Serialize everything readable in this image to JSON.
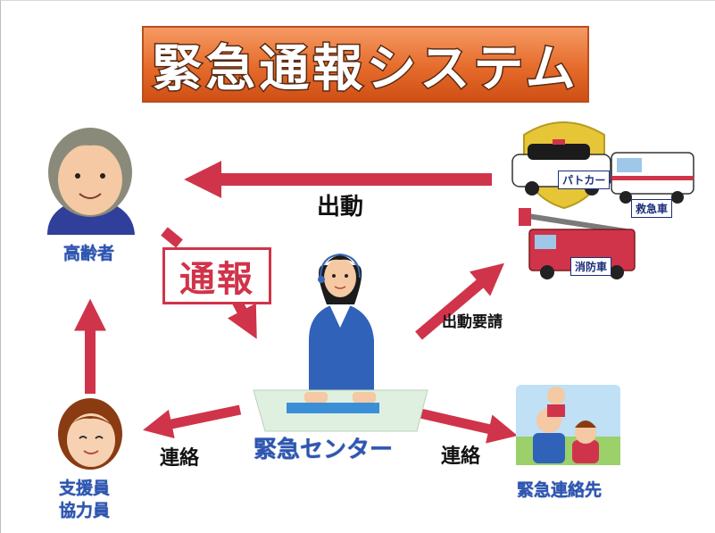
{
  "title": "緊急通報システム",
  "nodes": {
    "elderly": "高齢者",
    "supporter_line1": "支援員",
    "supporter_line2": "協力員",
    "center": "緊急センター",
    "emergency_contact": "緊急連絡先"
  },
  "edges": {
    "report": "通報",
    "dispatch": "出動",
    "dispatch_request": "出動要請",
    "contact_left": "連絡",
    "contact_right": "連絡"
  },
  "vehicles": {
    "police": "パトカー",
    "ambulance": "救急車",
    "fire": "消防車"
  },
  "colors": {
    "title_bg": "#e56b2b",
    "arrow": "#d0344a",
    "label_blue": "#2d56b4",
    "uniform_blue": "#2f62b8"
  }
}
